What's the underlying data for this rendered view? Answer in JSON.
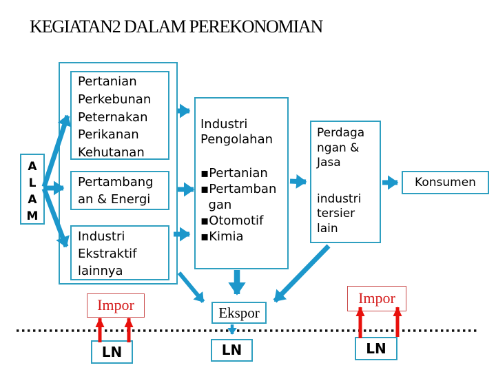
{
  "slide": {
    "title": "KEGIATAN2 DALAM PEREKONOMIAN"
  },
  "colors": {
    "arrow_teal": "#1C97CB",
    "border_teal": "#2E9FC0",
    "arrow_red": "#E8100C",
    "impor_red": "#D41A1A",
    "impor_border_red": "#C94848",
    "boundary_black": "#111111",
    "background": "#FFFFFF"
  },
  "alam_box": {
    "letters": [
      "A",
      "L",
      "A",
      "M"
    ]
  },
  "resource_group": {
    "agriculture_box": [
      "Pertanian",
      "Perkebunan",
      "Peternakan",
      "Perikanan",
      "Kehutanan"
    ],
    "mining_box": [
      "Pertambang",
      "an & Energi"
    ],
    "extractive_box": [
      "Industri",
      "Ekstraktif",
      "lainnya"
    ]
  },
  "processing_box": {
    "heading": [
      "Industri",
      "Pengolahan"
    ],
    "items": [
      "▪Pertanian",
      "▪Pertamban",
      "  gan",
      "▪Otomotif",
      "▪Kimia"
    ]
  },
  "tertiary_box": {
    "top_lines": [
      "Perdaga",
      "ngan &",
      "Jasa"
    ],
    "bottom_lines": [
      "industri",
      "tersier",
      "lain"
    ]
  },
  "konsumen_label": "Konsumen",
  "ekspor_label": "Ekspor",
  "impor_left_label": "Impor",
  "impor_right_label": "Impor",
  "ln_labels": {
    "left": "LN",
    "center": "LN",
    "right": "LN"
  }
}
